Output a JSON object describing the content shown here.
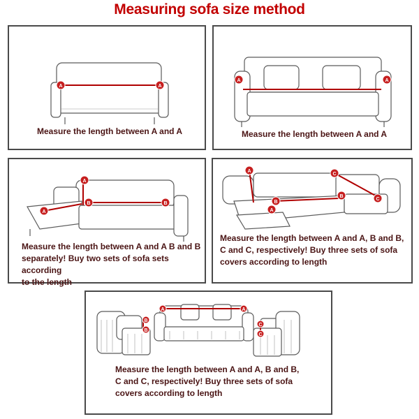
{
  "title": "Measuring sofa size method",
  "colors": {
    "title": "#c20000",
    "caption": "#4a1414",
    "measure_line": "#b00000",
    "marker": "#c61f1f"
  },
  "panels": [
    {
      "caption": "Measure the length between A and A",
      "markers": [
        "A",
        "A"
      ]
    },
    {
      "caption": "Measure the length between A and A",
      "markers": [
        "A",
        "A"
      ]
    },
    {
      "caption_lines": [
        "Measure the length between A and A B and B",
        " separately! Buy two sets of sofa sets according",
        "to the length"
      ],
      "markers": [
        "A",
        "A",
        "B",
        "B"
      ]
    },
    {
      "caption_lines": [
        "Measure the length between A and A, B and B,",
        "C and C, respectively! Buy three sets of sofa",
        "covers according to length"
      ],
      "markers": [
        "A",
        "A",
        "B",
        "B",
        "C",
        "C"
      ]
    },
    {
      "caption_lines": [
        "Measure the length between A and A, B and B,",
        "C and C, respectively! Buy three sets of sofa",
        "covers according to length"
      ],
      "markers": [
        "A",
        "A",
        "B",
        "B",
        "C",
        "C"
      ]
    }
  ]
}
